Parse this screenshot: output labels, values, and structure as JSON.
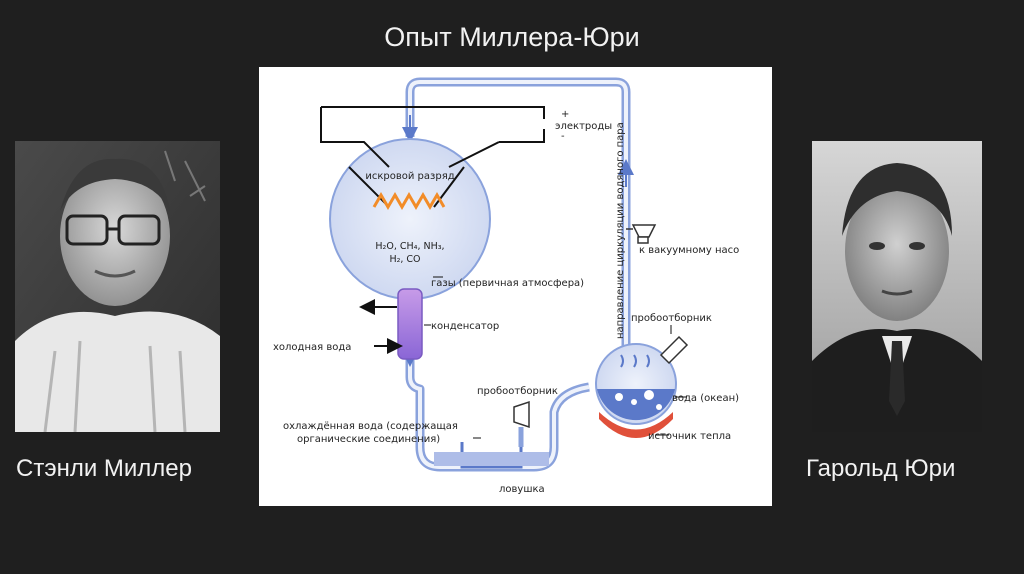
{
  "slide": {
    "title": "Опыт Миллера-Юри"
  },
  "people": {
    "left": {
      "name": "Стэнли Миллер",
      "photo_icon": "portrait-photo"
    },
    "right": {
      "name": "Гарольд Юри",
      "photo_icon": "portrait-photo"
    }
  },
  "diagram": {
    "labels": {
      "electrodes": "электроды",
      "plus": "+",
      "minus": "-",
      "spark": "искровой разряд",
      "gases_formula_line1": "H₂O, CH₄, NH₃,",
      "gases_formula_line2": "H₂, CO",
      "gases": "газы (первичная атмосфера)",
      "condenser": "конденсатор",
      "cold_water": "холодная вода",
      "vacuum": "к вакуумному насо",
      "circulation": "направление циркуляции водяного пара",
      "sampler_top": "пробоотборник",
      "water_ocean": "вода (океан)",
      "heat_source": "источник тепла",
      "sampler_bottom": "пробоотборник",
      "cooled_water_line1": "охлаждённая вода (содержащая",
      "cooled_water_line2": "органические соединения)",
      "trap": "ловушка"
    },
    "colors": {
      "tube": "#8aa2dc",
      "tube_fill": "#dfe6f7",
      "spark": "#f28c28",
      "heat": "#e0503a",
      "water": "#5b79c9",
      "condenser": "#a874d6"
    }
  }
}
